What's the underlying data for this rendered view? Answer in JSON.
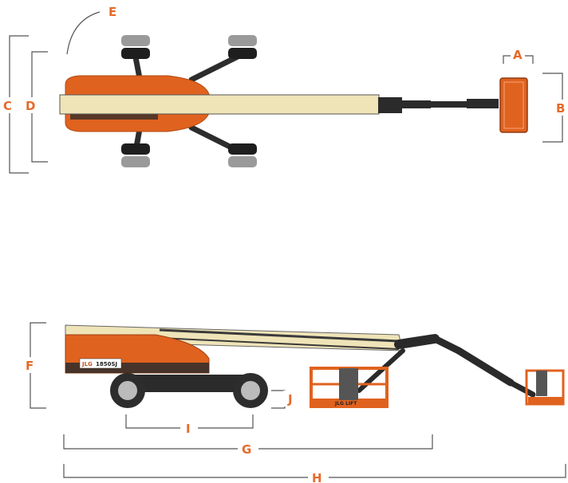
{
  "dimension_labels": {
    "a": "A",
    "b": "B",
    "c": "C",
    "d": "D",
    "e": "E",
    "f": "F",
    "g": "G",
    "h": "H",
    "i": "I",
    "j": "J"
  },
  "machine": {
    "badge_brand": "JLG",
    "badge_model": "1850SJ",
    "basket_brand": "JLG LIFT"
  },
  "colors": {
    "accent_orange": "#e56b2b",
    "chassis_orange": "#e0621f",
    "boom_cream": "#efe4b8",
    "dark": "#2b2b2b",
    "tire": "#333333",
    "tire_gray": "#9a9a9a"
  }
}
